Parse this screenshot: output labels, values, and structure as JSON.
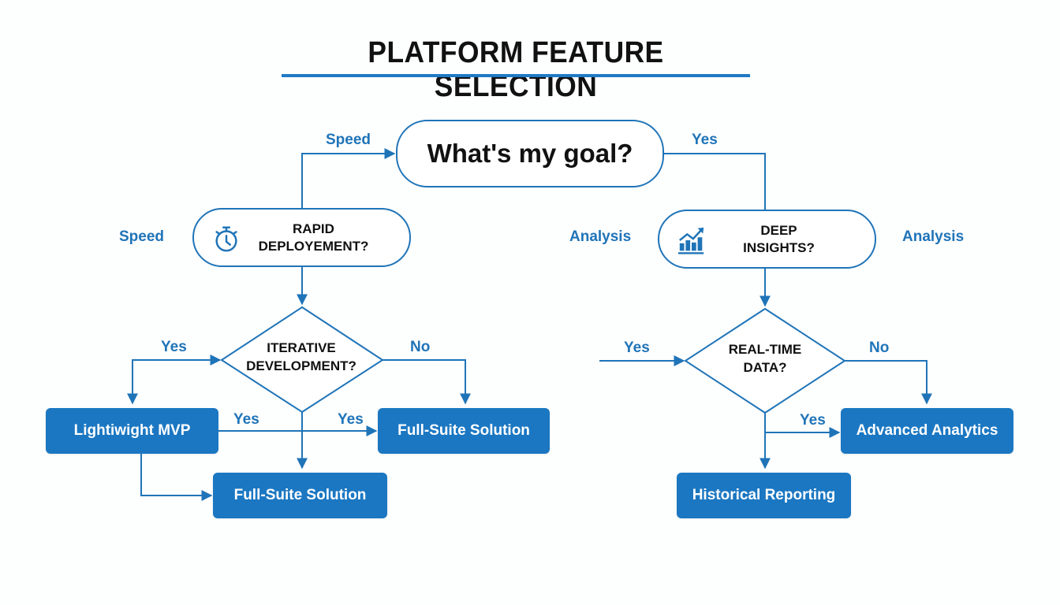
{
  "title": "PLATFORM FEATURE SELECTION",
  "colors": {
    "accent": "#1f74b8",
    "box_fill": "#1b77c2",
    "text_dark": "#111111",
    "background": "#fdfefe"
  },
  "nodes": {
    "goal": {
      "type": "terminal",
      "text": "What's my goal?"
    },
    "rapid": {
      "type": "process",
      "icon": "stopwatch-icon",
      "line1": "RAPID",
      "line2": "DEPLOYEMENT?"
    },
    "deep": {
      "type": "process",
      "icon": "bar-chart-trend-icon",
      "line1": "DEEP",
      "line2": "INSIGHTS?"
    },
    "iterative": {
      "type": "decision",
      "line1": "ITERATIVE",
      "line2": "DEVELOPMENT?"
    },
    "realtime": {
      "type": "decision",
      "line1": "REAL-TIME",
      "line2": "DATA?"
    },
    "mvp": {
      "type": "outcome",
      "text": "Lightiwight MVP"
    },
    "fullsuite_right": {
      "type": "outcome",
      "text": "Full-Suite Solution"
    },
    "fullsuite_bottom": {
      "type": "outcome",
      "text": "Full-Suite Solution"
    },
    "advanced": {
      "type": "outcome",
      "text": "Advanced Analytics"
    },
    "historical": {
      "type": "outcome",
      "text": "Historical Reporting"
    }
  },
  "edge_labels": {
    "speed_top": "Speed",
    "yes_top": "Yes",
    "speed_side": "Speed",
    "analysis_left": "Analysis",
    "analysis_right": "Analysis",
    "iter_yes": "Yes",
    "iter_no": "No",
    "mvp_yes": "Yes",
    "mid_yes": "Yes",
    "rt_yes_in": "Yes",
    "rt_no": "No",
    "rt_yes_out": "Yes"
  }
}
